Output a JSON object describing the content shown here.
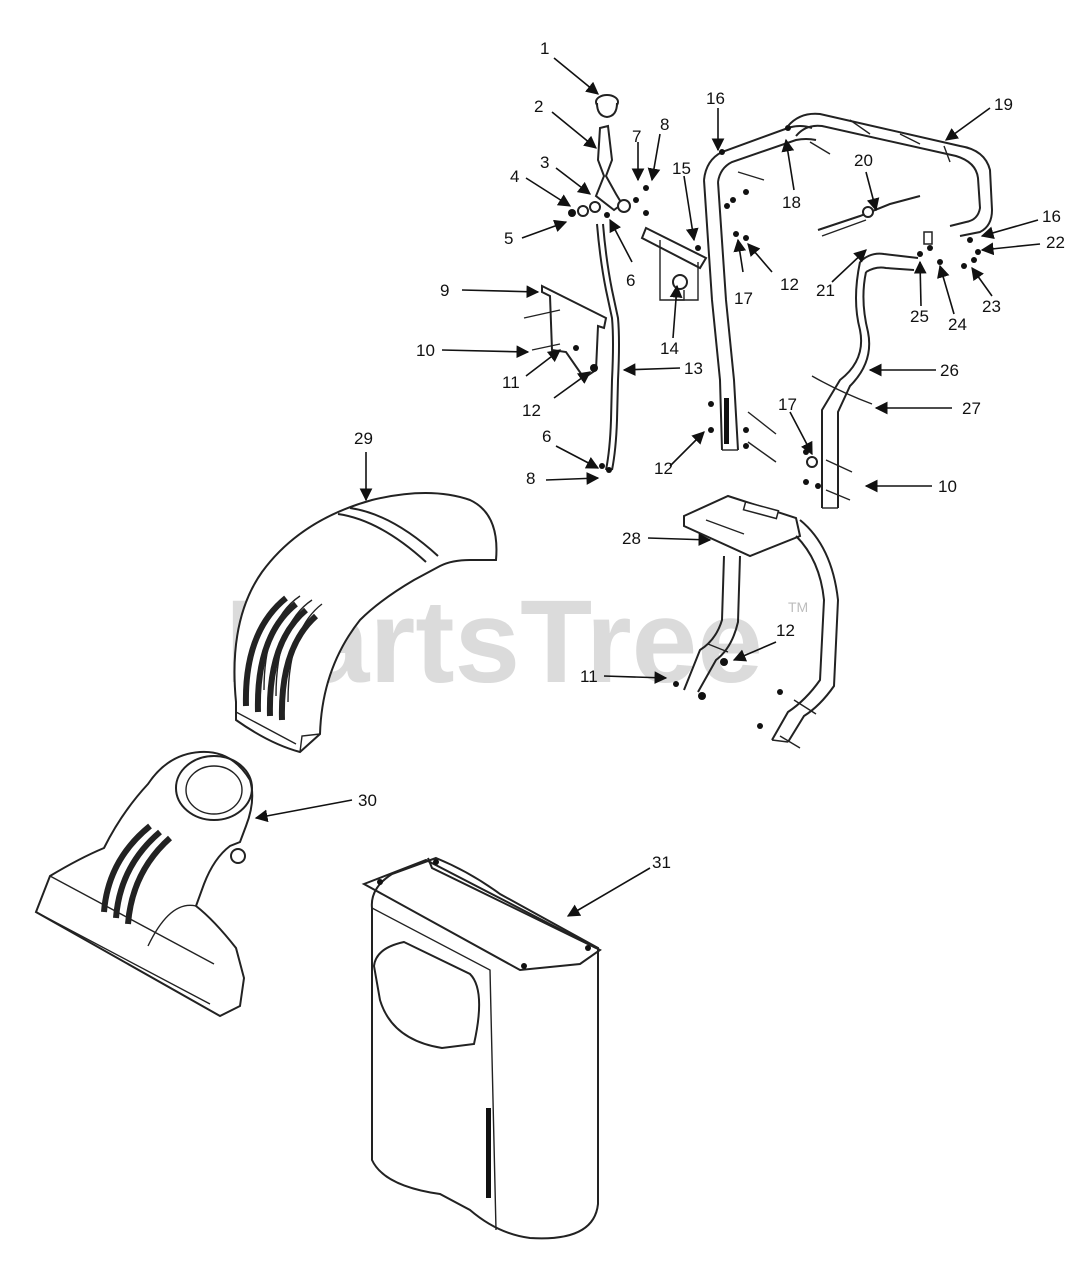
{
  "watermark": {
    "text": "PartsTree",
    "trademark": "TM"
  },
  "callouts": [
    {
      "id": "c1",
      "label": "1"
    },
    {
      "id": "c2",
      "label": "2"
    },
    {
      "id": "c3",
      "label": "3"
    },
    {
      "id": "c4",
      "label": "4"
    },
    {
      "id": "c5",
      "label": "5"
    },
    {
      "id": "c6a",
      "label": "6"
    },
    {
      "id": "c7",
      "label": "7"
    },
    {
      "id": "c8a",
      "label": "8"
    },
    {
      "id": "c9",
      "label": "9"
    },
    {
      "id": "c10a",
      "label": "10"
    },
    {
      "id": "c11a",
      "label": "11"
    },
    {
      "id": "c12a",
      "label": "12"
    },
    {
      "id": "c13",
      "label": "13"
    },
    {
      "id": "c14",
      "label": "14"
    },
    {
      "id": "c15",
      "label": "15"
    },
    {
      "id": "c16a",
      "label": "16"
    },
    {
      "id": "c17a",
      "label": "17"
    },
    {
      "id": "c12b",
      "label": "12"
    },
    {
      "id": "c18",
      "label": "18"
    },
    {
      "id": "c19",
      "label": "19"
    },
    {
      "id": "c20",
      "label": "20"
    },
    {
      "id": "c16b",
      "label": "16"
    },
    {
      "id": "c22",
      "label": "22"
    },
    {
      "id": "c21",
      "label": "21"
    },
    {
      "id": "c23",
      "label": "23"
    },
    {
      "id": "c25",
      "label": "25"
    },
    {
      "id": "c24",
      "label": "24"
    },
    {
      "id": "c26",
      "label": "26"
    },
    {
      "id": "c27",
      "label": "27"
    },
    {
      "id": "c17b",
      "label": "17"
    },
    {
      "id": "c10b",
      "label": "10"
    },
    {
      "id": "c6b",
      "label": "6"
    },
    {
      "id": "c8b",
      "label": "8"
    },
    {
      "id": "c12c",
      "label": "12"
    },
    {
      "id": "c29",
      "label": "29"
    },
    {
      "id": "c28",
      "label": "28"
    },
    {
      "id": "c12d",
      "label": "12"
    },
    {
      "id": "c11b",
      "label": "11"
    },
    {
      "id": "c30",
      "label": "30"
    },
    {
      "id": "c31",
      "label": "31"
    }
  ]
}
